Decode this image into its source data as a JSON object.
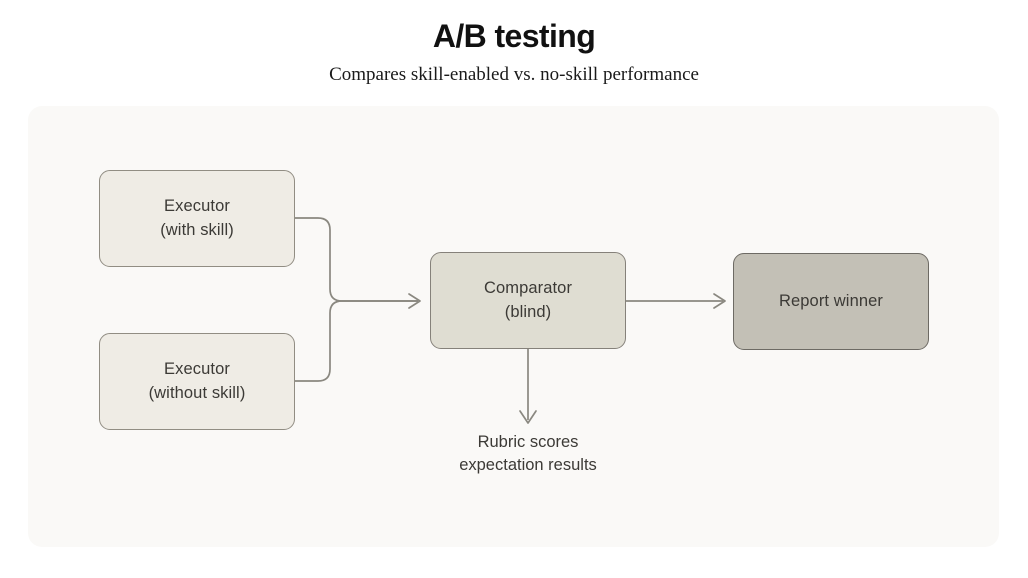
{
  "header": {
    "title": "A/B testing",
    "subtitle": "Compares skill-enabled vs. no-skill performance"
  },
  "diagram": {
    "type": "flowchart",
    "panel_background": "#FAF9F7",
    "edge_color": "#8A8880",
    "nodes": [
      {
        "id": "executor-with-skill",
        "label": "Executor\n(with skill)",
        "fill": "#EFECE5",
        "border": "#918D83"
      },
      {
        "id": "executor-without-skill",
        "label": "Executor\n(without skill)",
        "fill": "#EFECE5",
        "border": "#918D83"
      },
      {
        "id": "comparator",
        "label": "Comparator\n(blind)",
        "fill": "#DFDDD2",
        "border": "#85817A"
      },
      {
        "id": "report-winner",
        "label": "Report winner",
        "fill": "#C3C0B6",
        "border": "#6D6A64"
      }
    ],
    "output_note": {
      "id": "rubric-output",
      "label": "Rubric scores\nexpectation results"
    },
    "edges": [
      {
        "from": "executor-with-skill",
        "to": "comparator"
      },
      {
        "from": "executor-without-skill",
        "to": "comparator"
      },
      {
        "from": "comparator",
        "to": "report-winner"
      },
      {
        "from": "comparator",
        "to": "rubric-output"
      }
    ]
  }
}
